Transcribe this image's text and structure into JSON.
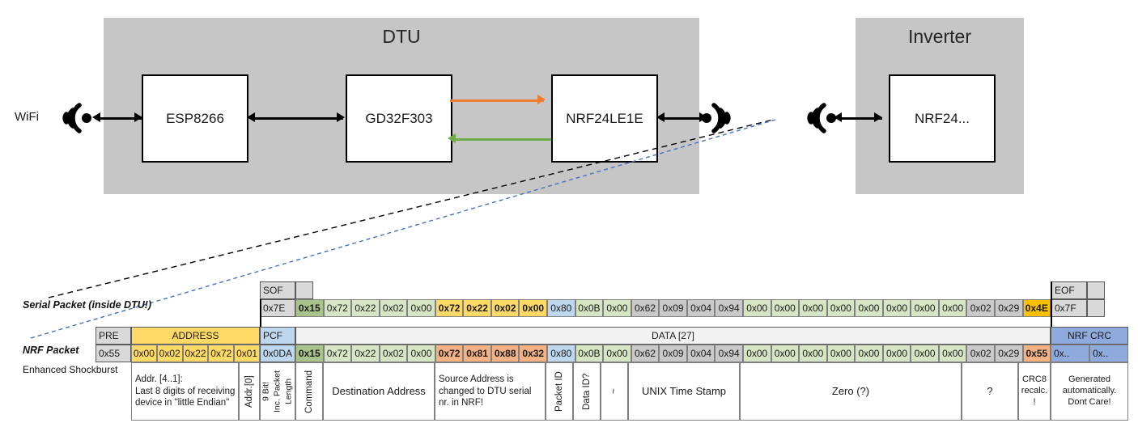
{
  "diagram": {
    "dtu": {
      "title": "DTU",
      "chips": [
        {
          "label": "ESP8266"
        },
        {
          "label": "GD32F303"
        },
        {
          "label": "NRF24LE1E"
        }
      ]
    },
    "inverter": {
      "title": "Inverter",
      "chips": [
        {
          "label": "NRF24..."
        }
      ]
    },
    "wifi_label": "WiFi",
    "icons": {
      "antenna": "antenna-icon",
      "arrow_bidirectional": "double-arrow-icon",
      "arrow_orange": "arrow-right-orange-icon",
      "arrow_green": "arrow-left-green-icon"
    },
    "colors": {
      "enclosure": "#c6c6c6",
      "orange_arrow": "#ed7d31",
      "green_arrow": "#70ad47",
      "leader_black": "#000000",
      "leader_blue": "#4472c4"
    }
  },
  "serial_packet": {
    "label": "Serial Packet (inside DTU!)",
    "sof_header": "SOF",
    "eof_header": "EOF",
    "sof_value": "0x7E",
    "eof_value": "0x7F",
    "bytes": [
      {
        "v": "0x15",
        "c": "c-green-d",
        "b": true
      },
      {
        "v": "0x72",
        "c": "c-green"
      },
      {
        "v": "0x22",
        "c": "c-green"
      },
      {
        "v": "0x02",
        "c": "c-green"
      },
      {
        "v": "0x00",
        "c": "c-green"
      },
      {
        "v": "0x72",
        "c": "c-yellow",
        "b": true
      },
      {
        "v": "0x22",
        "c": "c-yellow",
        "b": true
      },
      {
        "v": "0x02",
        "c": "c-yellow",
        "b": true
      },
      {
        "v": "0x00",
        "c": "c-yellow",
        "b": true
      },
      {
        "v": "0x80",
        "c": "c-blue"
      },
      {
        "v": "0x0B",
        "c": "c-green"
      },
      {
        "v": "0x00",
        "c": "c-green"
      },
      {
        "v": "0x62",
        "c": "c-grey2"
      },
      {
        "v": "0x09",
        "c": "c-grey2"
      },
      {
        "v": "0x04",
        "c": "c-grey2"
      },
      {
        "v": "0x94",
        "c": "c-grey2"
      },
      {
        "v": "0x00",
        "c": "c-green"
      },
      {
        "v": "0x00",
        "c": "c-green"
      },
      {
        "v": "0x00",
        "c": "c-green"
      },
      {
        "v": "0x00",
        "c": "c-green"
      },
      {
        "v": "0x00",
        "c": "c-green"
      },
      {
        "v": "0x00",
        "c": "c-green"
      },
      {
        "v": "0x00",
        "c": "c-green"
      },
      {
        "v": "0x00",
        "c": "c-green"
      },
      {
        "v": "0x02",
        "c": "c-grey2"
      },
      {
        "v": "0x29",
        "c": "c-grey2"
      },
      {
        "v": "0x4E",
        "c": "c-gold",
        "b": true
      }
    ]
  },
  "nrf_packet": {
    "label": "NRF Packet",
    "sublabel": "Enhanced Shockburst",
    "headers": {
      "pre": "PRE",
      "address": "ADDRESS",
      "pcf": "PCF",
      "data": "DATA [27]",
      "nrf_crc": "NRF CRC"
    },
    "pre_value": "0x55",
    "address_values": [
      "0x00",
      "0x02",
      "0x22",
      "0x72",
      "0x01"
    ],
    "pcf_value": "0x0DA",
    "crc_values": [
      "0x..",
      "0x.."
    ],
    "bytes": [
      {
        "v": "0x15",
        "c": "c-green-d",
        "b": true
      },
      {
        "v": "0x72",
        "c": "c-green"
      },
      {
        "v": "0x22",
        "c": "c-green"
      },
      {
        "v": "0x02",
        "c": "c-green"
      },
      {
        "v": "0x00",
        "c": "c-green"
      },
      {
        "v": "0x72",
        "c": "c-orange-d",
        "b": true
      },
      {
        "v": "0x81",
        "c": "c-orange-d",
        "b": true
      },
      {
        "v": "0x88",
        "c": "c-orange-d",
        "b": true
      },
      {
        "v": "0x32",
        "c": "c-orange-d",
        "b": true
      },
      {
        "v": "0x80",
        "c": "c-blue"
      },
      {
        "v": "0x0B",
        "c": "c-green"
      },
      {
        "v": "0x00",
        "c": "c-green"
      },
      {
        "v": "0x62",
        "c": "c-grey2"
      },
      {
        "v": "0x09",
        "c": "c-grey2"
      },
      {
        "v": "0x04",
        "c": "c-grey2"
      },
      {
        "v": "0x94",
        "c": "c-grey2"
      },
      {
        "v": "0x00",
        "c": "c-green"
      },
      {
        "v": "0x00",
        "c": "c-green"
      },
      {
        "v": "0x00",
        "c": "c-green"
      },
      {
        "v": "0x00",
        "c": "c-green"
      },
      {
        "v": "0x00",
        "c": "c-green"
      },
      {
        "v": "0x00",
        "c": "c-green"
      },
      {
        "v": "0x00",
        "c": "c-green"
      },
      {
        "v": "0x00",
        "c": "c-green"
      },
      {
        "v": "0x02",
        "c": "c-grey2"
      },
      {
        "v": "0x29",
        "c": "c-grey2"
      },
      {
        "v": "0x55",
        "c": "c-orange-d",
        "b": true
      }
    ]
  },
  "descriptions": {
    "address": "Addr. [4..1]:\nLast 8 digits of receiving\ndevice in \"little Endian\"",
    "addr0": "Addr.[0]",
    "packet_length_1": "9 Bit!",
    "packet_length_2": "Inc. Packet",
    "packet_length_3": "Length",
    "command": "Command",
    "destination_address": "Destination Address",
    "source_address": "Source Address is changed to DTU serial nr. in NRF!",
    "packet_id": "Packet ID",
    "data_id": "Data ID?",
    "tilde": "~",
    "unix_time_stamp": "UNIX Time Stamp",
    "zero": "Zero (?)",
    "question": "?",
    "crc8": "CRC8 recalc. !",
    "generated": "Generated automatically. Dont Care!"
  }
}
